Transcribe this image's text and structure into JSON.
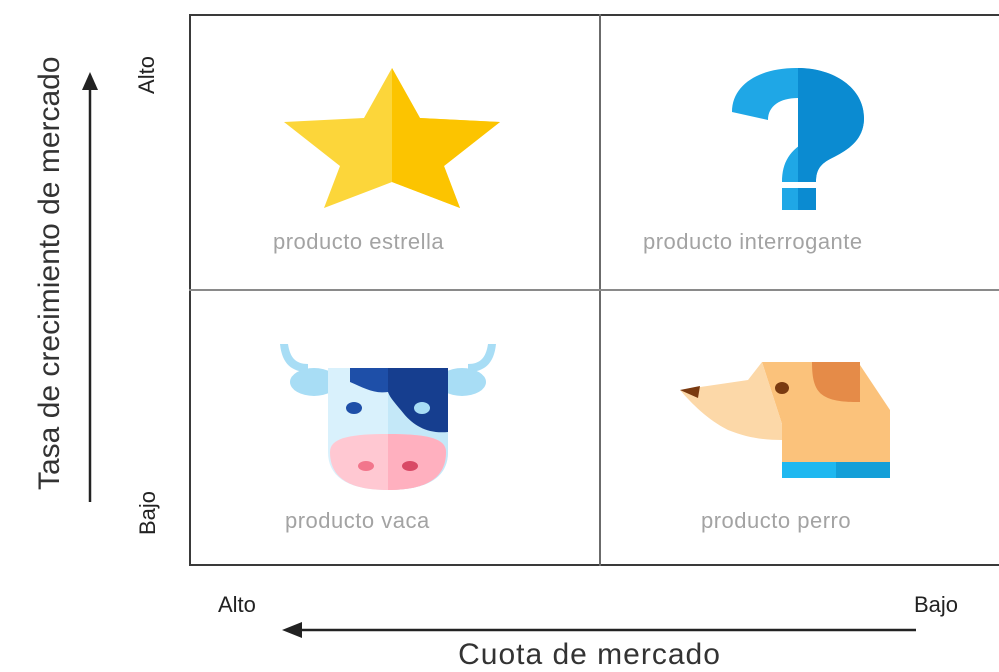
{
  "axes": {
    "y_label": "Tasa de crecimiento de mercado",
    "y_high": "Alto",
    "y_low": "Bajo",
    "x_label": "Cuota de mercado",
    "x_high": "Alto",
    "x_low": "Bajo"
  },
  "quadrants": {
    "top_left": {
      "label": "producto estrella",
      "icon": "star-icon"
    },
    "top_right": {
      "label": "producto interrogante",
      "icon": "question-mark-icon"
    },
    "bottom_left": {
      "label": "producto vaca",
      "icon": "cow-icon"
    },
    "bottom_right": {
      "label": "producto perro",
      "icon": "dog-icon"
    }
  },
  "colors": {
    "star_light": "#FCD63A",
    "star_dark": "#FCC400",
    "question_light": "#1FA7E6",
    "question_dark": "#0B8BD1",
    "cow_blue": "#1E4FA8",
    "cow_pink": "#FFB6C3",
    "dog_tan": "#FBC27B",
    "dog_ear": "#E58B48",
    "dog_collar": "#1FB8F0"
  }
}
